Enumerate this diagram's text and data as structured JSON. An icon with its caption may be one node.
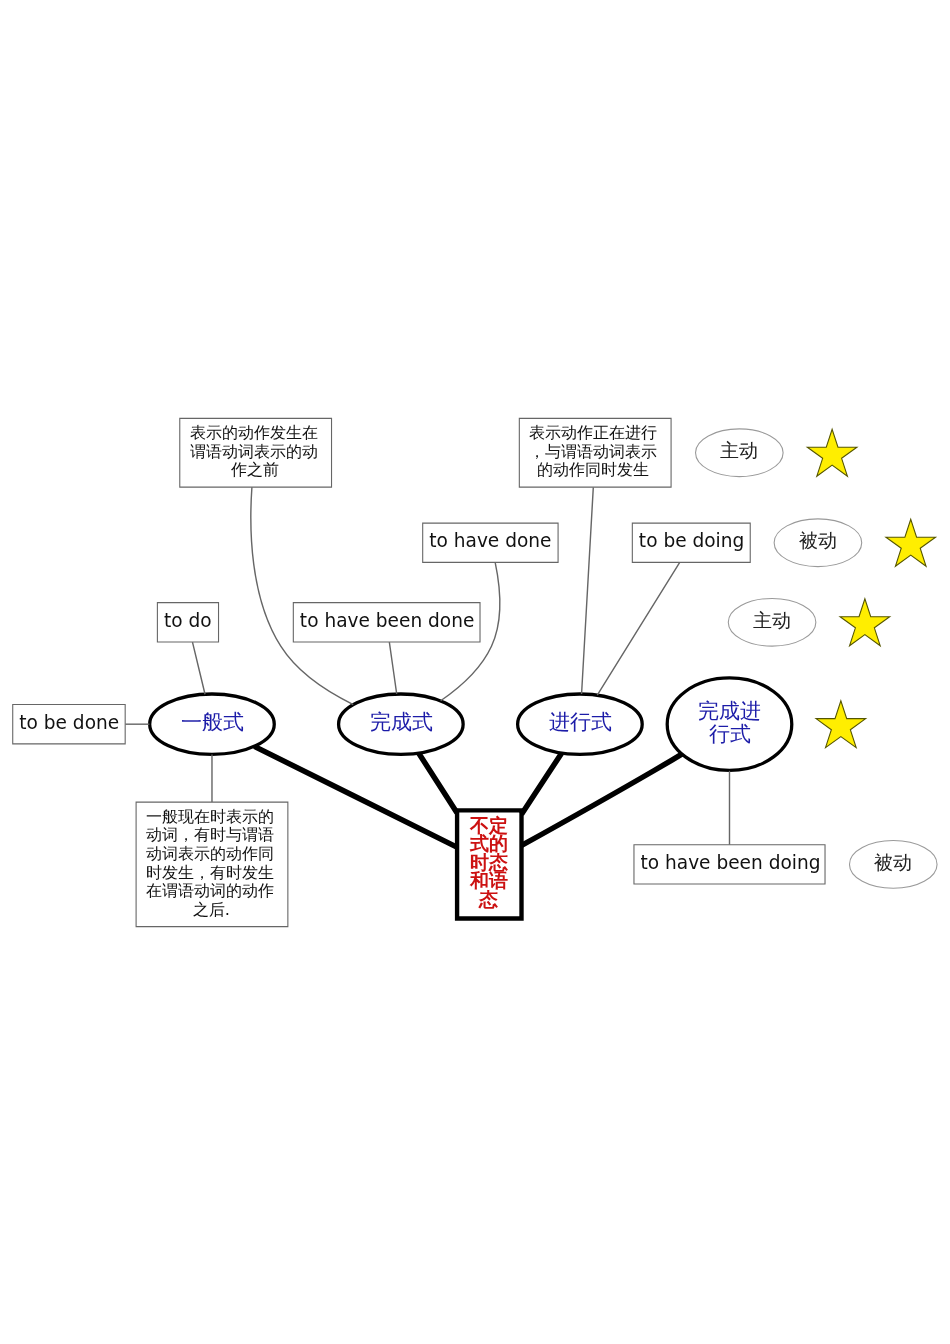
{
  "diagram": {
    "nodes": [
      {
        "text": [
          "表示动作正在进行，与谓语动词表示的动作同时发生"
        ]
      },
      {
        "text": [
          "表示的动作发生在谓语动词表示的动作之前"
        ]
      },
      {
        "text": [
          "主动"
        ]
      },
      {
        "text": [],
        "shape": "star"
      },
      {
        "text": [
          "to have done"
        ]
      },
      {
        "text": [
          "被动"
        ]
      },
      {
        "text": [
          "to be doing"
        ]
      },
      {
        "text": [],
        "shape": "star"
      },
      {
        "text": [],
        "shape": "star"
      },
      {
        "text": [
          "进行式"
        ]
      },
      {
        "text": [
          "完成式"
        ]
      },
      {
        "text": [
          "主动"
        ]
      },
      {
        "text": [
          "to do"
        ]
      },
      {
        "text": [
          "to have been done"
        ]
      },
      {
        "text": [
          "完成进行式"
        ]
      },
      {
        "text": [
          "to be done"
        ]
      },
      {
        "text": [
          "一般式"
        ]
      },
      {
        "text": [],
        "shape": "star"
      },
      {
        "text": [
          "被动"
        ]
      },
      {
        "text": [
          "不定式的时态和语态"
        ]
      },
      {
        "text": [
          "一般现在时表示的动词，有时与谓语动词表示的动作同时发生，有时发生在谓语动词的动作之后."
        ]
      },
      {
        "text": [
          "to have been doing"
        ]
      }
    ],
    "edges": [
      {
        "from": 0,
        "to": 9,
        "arrow": "none"
      },
      {
        "from": 6,
        "to": 9,
        "arrow": "none"
      },
      {
        "from": 1,
        "to": 10,
        "arrow": "none"
      },
      {
        "from": 4,
        "to": 10,
        "arrow": "none"
      },
      {
        "from": 13,
        "to": 10,
        "arrow": "none"
      },
      {
        "from": 12,
        "to": 16,
        "arrow": "none"
      },
      {
        "from": 15,
        "to": 16,
        "arrow": "none"
      },
      {
        "from": 16,
        "to": 20,
        "arrow": "none"
      },
      {
        "from": 14,
        "to": 21,
        "arrow": "none"
      },
      {
        "from": 16,
        "to": 19,
        "arrow": "none",
        "style": "thick",
        "color": "#000000"
      },
      {
        "from": 9,
        "to": 19,
        "arrow": "none",
        "style": "thick",
        "color": "#000000"
      },
      {
        "from": 10,
        "to": 19,
        "arrow": "none",
        "style": "thick",
        "color": "#000000"
      },
      {
        "from": 14,
        "to": 19,
        "arrow": "none",
        "style": "thick",
        "color": "#000000"
      }
    ]
  }
}
